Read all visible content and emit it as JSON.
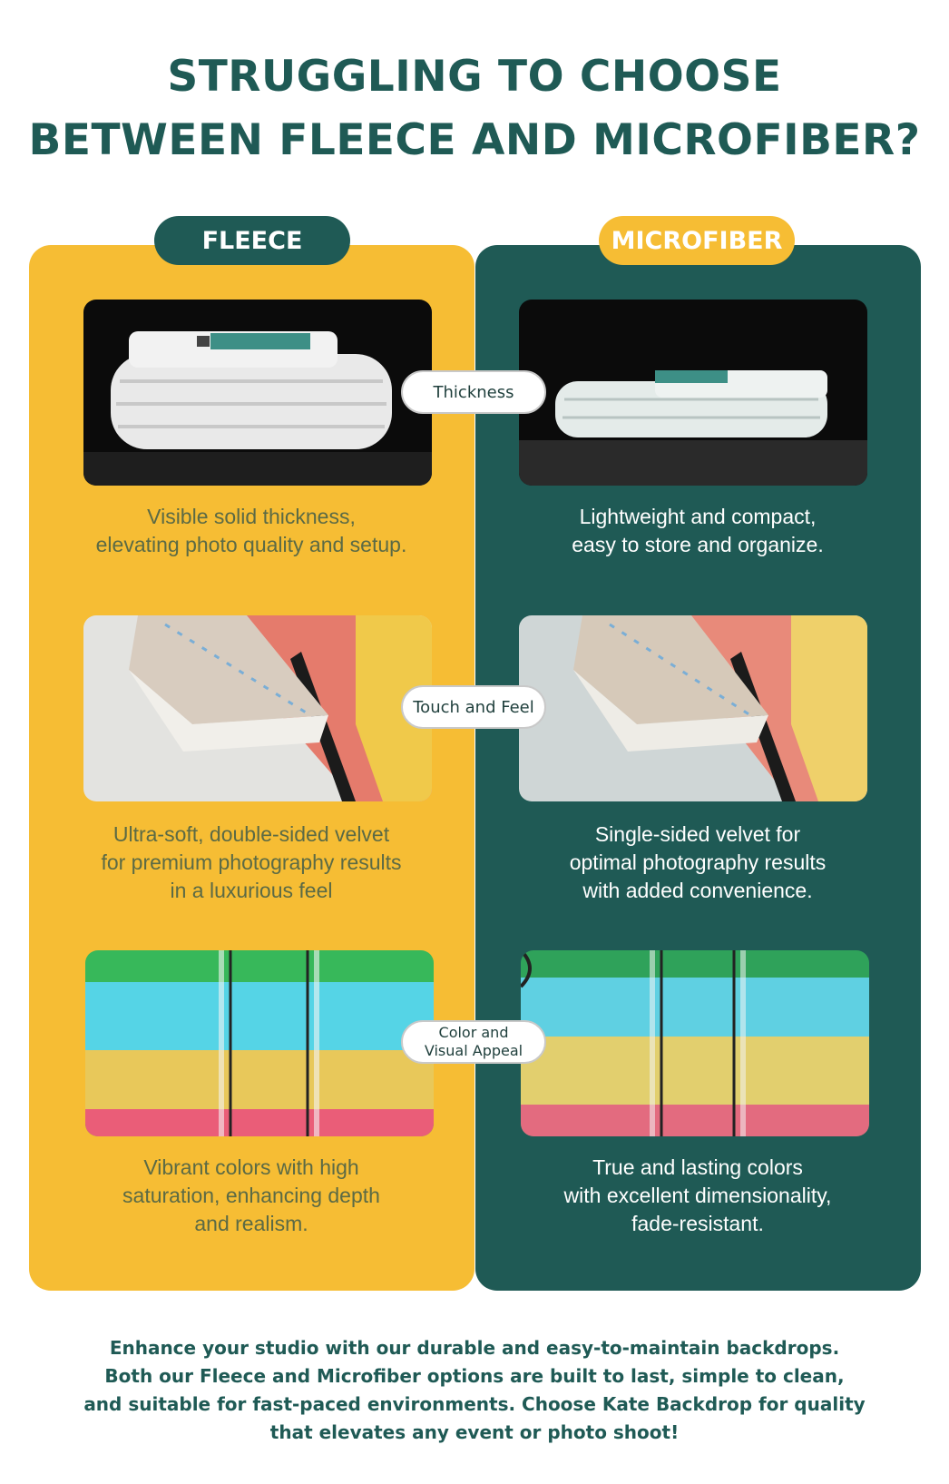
{
  "header": {
    "title_line1": "STRUGGLING TO CHOOSE",
    "title_line2": "BETWEEN FLEECE AND MICROFIBER?"
  },
  "columns": {
    "left_label": "FLEECE",
    "right_label": "MICROFIBER"
  },
  "rows": [
    {
      "tag": [
        "Thickness"
      ],
      "left": [
        "Visible solid thickness,",
        "elevating photo quality and setup."
      ],
      "right": [
        "Lightweight and compact,",
        "easy to store and organize."
      ]
    },
    {
      "tag": [
        "Touch and Feel"
      ],
      "left": [
        "Ultra-soft, double-sided velvet",
        "for premium photography results",
        "in a luxurious feel"
      ],
      "right": [
        "Single-sided velvet for",
        "optimal photography results",
        "with added convenience."
      ]
    },
    {
      "tag": [
        "Color and",
        "Visual Appeal"
      ],
      "left": [
        "Vibrant colors with high",
        "saturation, enhancing depth",
        "and realism."
      ],
      "right": [
        "True and lasting colors",
        "with excellent dimensionality,",
        "fade-resistant."
      ]
    }
  ],
  "footer": {
    "lines": [
      "Enhance your studio with our durable and easy-to-maintain backdrops.",
      "Both our Fleece and Microfiber options are built to last, simple to clean,",
      "and suitable for fast-paced environments. Choose Kate Backdrop for quality",
      "that elevates any event or photo shoot!"
    ]
  },
  "colors": {
    "brand_green": "#1f5a55",
    "brand_yellow": "#f6bd34"
  }
}
